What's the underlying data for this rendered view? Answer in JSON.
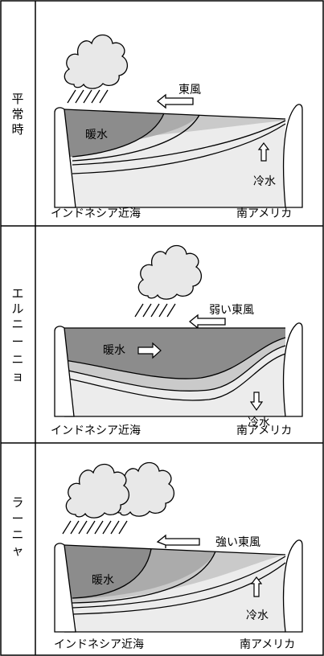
{
  "panels": [
    {
      "id": "normal",
      "label": "平常時",
      "wind_label": "東風",
      "warm_water_label": "暖水",
      "cold_water_label": "冷水",
      "left_place": "インドネシア近海",
      "right_place": "南アメリカ"
    },
    {
      "id": "el-nino",
      "label": "エルニーニョ",
      "wind_label": "弱い東風",
      "warm_water_label": "暖水",
      "cold_water_label": "冷水",
      "left_place": "インドネシア近海",
      "right_place": "南アメリカ"
    },
    {
      "id": "la-nina",
      "label": "ラーニャ",
      "wind_label": "強い東風",
      "warm_water_label": "暖水",
      "cold_water_label": "冷水",
      "left_place": "インドネシア近海",
      "right_place": "南アメリカ"
    }
  ],
  "colors": {
    "warm_water": "#8c8c8c",
    "mid_water_1": "#ababab",
    "mid_water_2": "#cacaca",
    "cold_water": "#ececec",
    "cloud": "#e8e8e8",
    "land": "#ffffff",
    "line": "#000000"
  }
}
